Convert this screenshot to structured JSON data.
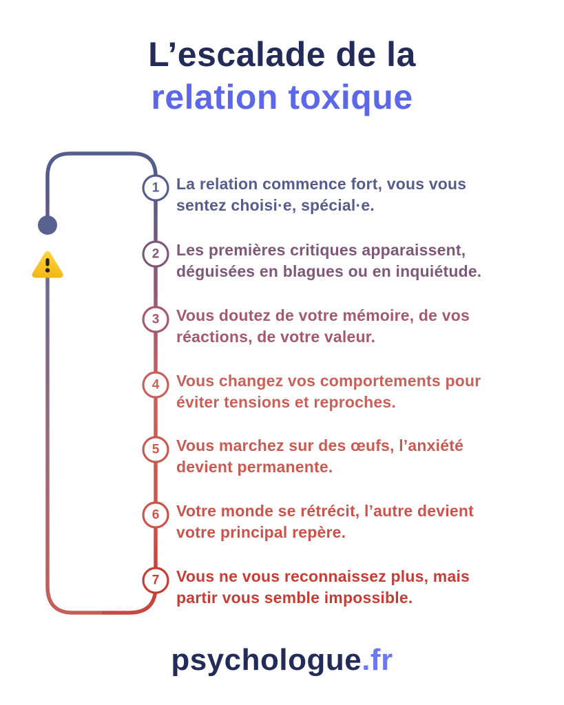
{
  "title": {
    "line1": "L’escalade de la",
    "line2": "relation toxique"
  },
  "steps": [
    {
      "num": "1",
      "color": "#565d8a",
      "line1": "La relation commence fort, vous vous",
      "line2": "sentez choisi·e, spécial·e."
    },
    {
      "num": "2",
      "color": "#7d5878",
      "line1": "Les premières critiques apparaissent,",
      "line2": "déguisées en blagues ou en inquiétude."
    },
    {
      "num": "3",
      "color": "#a4596c",
      "line1": "Vous doutez de votre mémoire, de vos",
      "line2": "réactions, de votre valeur."
    },
    {
      "num": "4",
      "color": "#c7615a",
      "line1": "Vous changez vos comportements pour",
      "line2": "éviter tensions et reproches."
    },
    {
      "num": "5",
      "color": "#c95a52",
      "line1": "Vous marchez sur des œufs, l’anxiété",
      "line2": "devient permanente."
    },
    {
      "num": "6",
      "color": "#cb534b",
      "line1": "Votre monde se rétrécit, l’autre devient",
      "line2": "votre principal repère."
    },
    {
      "num": "7",
      "color": "#c63d34",
      "line1": "Vous ne vous reconnaissez plus, mais",
      "line2": "partir vous semble impossible."
    }
  ],
  "footer": {
    "brand": "psychologue",
    "tld": ".fr"
  },
  "icons": {
    "start_dot": "start-dot",
    "warning": "warning-triangle-icon"
  },
  "palette": {
    "background": "#ffffff",
    "title_navy": "#232c59",
    "title_purple": "#5c67ea",
    "footer_navy": "#232c59",
    "footer_blue": "#6d77f1",
    "path_start_slate": "#545e8b",
    "path_end_red": "#c63d34",
    "warning_yellow": "#fdc81e",
    "warning_exclamation": "#2a2017"
  }
}
